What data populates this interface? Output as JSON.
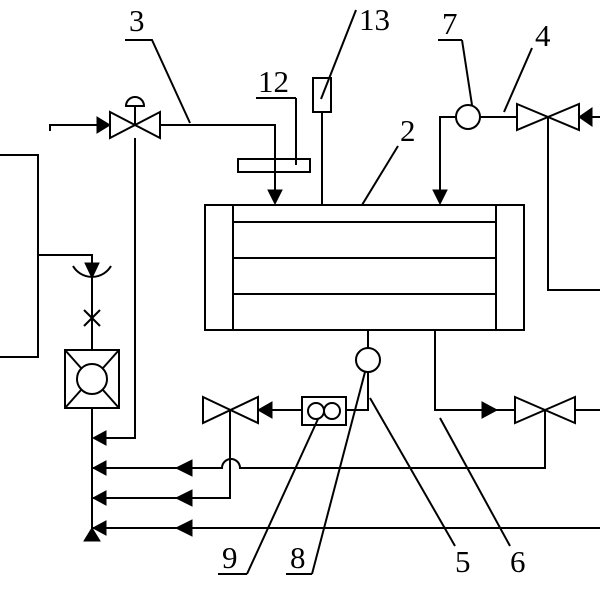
{
  "labels": {
    "ref_3": "3",
    "ref_13": "13",
    "ref_7": "7",
    "ref_4": "4",
    "ref_12": "12",
    "ref_2": "2",
    "ref_9": "9",
    "ref_8": "8",
    "ref_5": "5",
    "ref_6": "6"
  },
  "colors": {
    "line": "#000000",
    "background": "#ffffff"
  }
}
